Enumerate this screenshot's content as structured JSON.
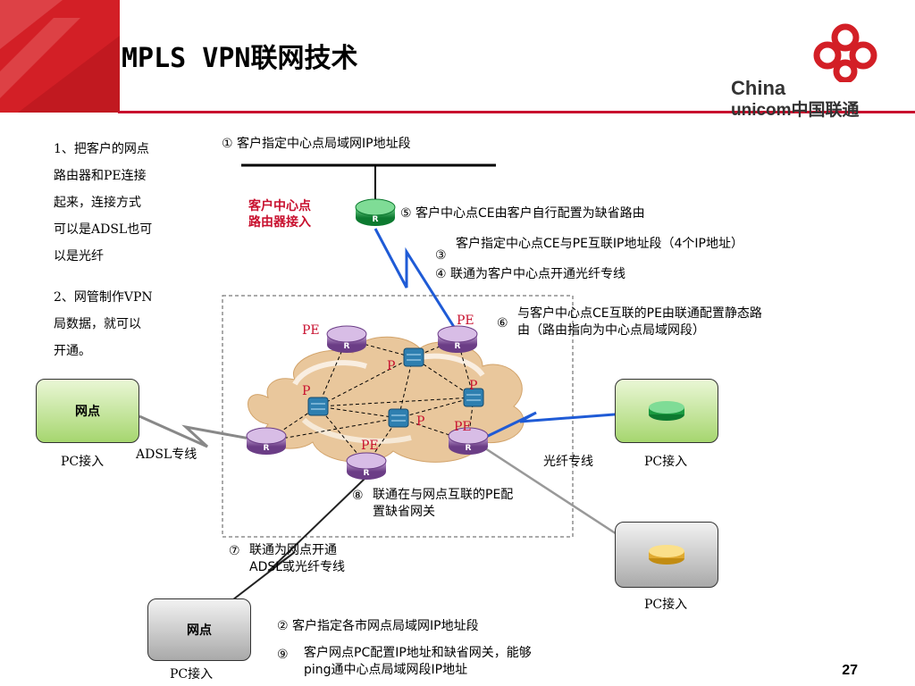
{
  "header": {
    "title": "MPLS VPN联网技术",
    "logo": {
      "line1": "China",
      "line2": "unicom中国联通"
    }
  },
  "left_notes": {
    "note1": [
      "1、把客户的网点",
      "路由器和PE连接",
      "起来，连接方式",
      "可以是ADSL也可",
      "以是光纤"
    ],
    "note2": [
      "2、网管制作VPN",
      "局数据，就可以",
      "开通。"
    ]
  },
  "center_router_label": [
    "客户中心点",
    "路由器接入"
  ],
  "steps": {
    "s1": "① 客户指定中心点局域网IP地址段",
    "s5": "⑤  客户中心点CE由客户自行配置为缺省路由",
    "s3_mark": "③",
    "s3": "客户指定中心点CE与PE互联IP地址段（4个IP地址）",
    "s4": "④ 联通为客户中心点开通光纤专线",
    "s6_mark": "⑥",
    "s6": "与客户中心点CE互联的PE由联通配置静态路由（路由指向为中心点局域网段）",
    "s8_mark": "⑧",
    "s8": "联通在与网点互联的PE配置缺省网关",
    "s7_mark": "⑦",
    "s7": "联通为网点开通ADSL或光纤专线",
    "s2": "② 客户指定各市网点局域网IP地址段",
    "s9_mark": "⑨",
    "s9": "客户网点PC配置IP地址和缺省网关，能够ping通中心点局域网段IP地址"
  },
  "nodes": {
    "site_left": "网点",
    "site_bottom": "网点",
    "pc_left": "PC接入",
    "pc_bottom": "PC接入",
    "pc_right_top": "PC接入",
    "pc_right_bottom": "PC接入",
    "adsl": "ADSL专线",
    "fiber": "光纤专线"
  },
  "labels": {
    "pe": "PE",
    "p": "P"
  },
  "page_number": "27",
  "colors": {
    "brand_red": "#c8102e",
    "router_purple": "#8a5a9e",
    "router_green": "#1a9a40",
    "p_router_blue": "#2e7fb0",
    "cloud": "#e8c79a",
    "link_blue": "#1f5bd6"
  }
}
